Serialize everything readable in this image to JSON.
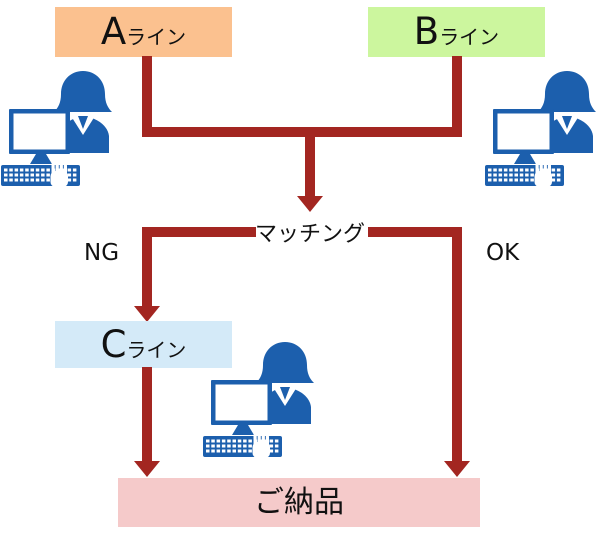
{
  "colors": {
    "arrow_red": "#a32621",
    "person_blue": "#1c5fad",
    "box_a_bg": "#fbc18f",
    "box_b_bg": "#ccf69e",
    "box_c_bg": "#d4eaf8",
    "box_delivery_bg": "#f5caca",
    "text": "#1a1a1a"
  },
  "nodes": {
    "line_a": {
      "letter": "A",
      "suffix": "ライン"
    },
    "line_b": {
      "letter": "B",
      "suffix": "ライン"
    },
    "line_c": {
      "letter": "C",
      "suffix": "ライン"
    },
    "matching": {
      "label": "マッチング"
    },
    "delivery": {
      "label": "ご納品"
    }
  },
  "branch_labels": {
    "ng": "NG",
    "ok": "OK"
  },
  "icons": {
    "left": "person-at-computer-icon",
    "right": "person-at-computer-icon",
    "middle": "person-at-computer-icon"
  }
}
